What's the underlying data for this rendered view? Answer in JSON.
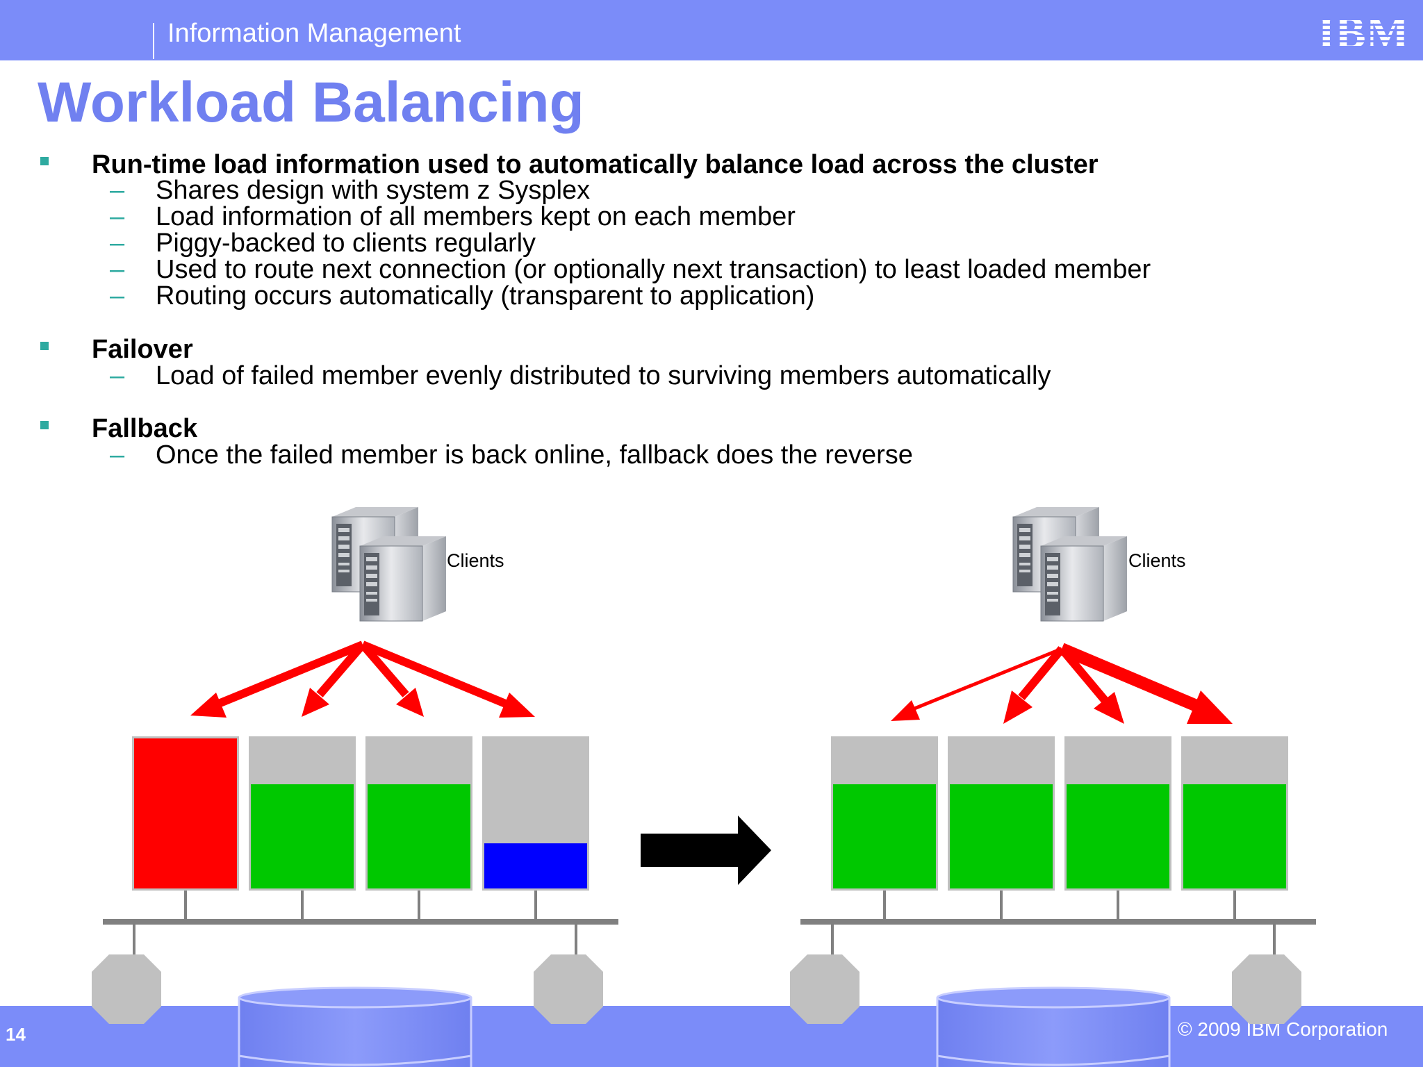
{
  "header": {
    "section": "Information Management",
    "logo_text": "IBM"
  },
  "slide": {
    "title": "Workload Balancing"
  },
  "bullets": [
    {
      "text": "Run-time load information used to automatically balance load across the cluster",
      "subs": [
        "Shares design with system z Sysplex",
        "Load information of all members kept on each member",
        "Piggy-backed to clients regularly",
        "Used to route next connection (or optionally next transaction) to least loaded member",
        "Routing occurs automatically (transparent to application)"
      ]
    },
    {
      "text": "Failover",
      "subs": [
        "Load of failed member evenly distributed to surviving members automatically"
      ]
    },
    {
      "text": "Fallback",
      "subs": [
        "Once the failed member is back online, fallback does the reverse"
      ]
    }
  ],
  "sub_marker": "–",
  "diagram": {
    "before": {
      "clients_label": "Clients",
      "member_loads": [
        1.0,
        0.69,
        0.69,
        0.3
      ]
    },
    "after": {
      "clients_label": "Clients",
      "member_loads": [
        0.69,
        0.69,
        0.69,
        0.69
      ]
    }
  },
  "colors": {
    "header_bar": "#7b8cf9",
    "title": "#7080f0",
    "bullet": "#2eaaa0",
    "failed_member": "#ff0000",
    "healthy_load": "#00c800",
    "low_load": "#0000ff",
    "member_bg": "#c0c0c0",
    "arrow": "#ff0000"
  },
  "footer": {
    "page_number": "14",
    "copyright": "© 2009 IBM Corporation"
  }
}
